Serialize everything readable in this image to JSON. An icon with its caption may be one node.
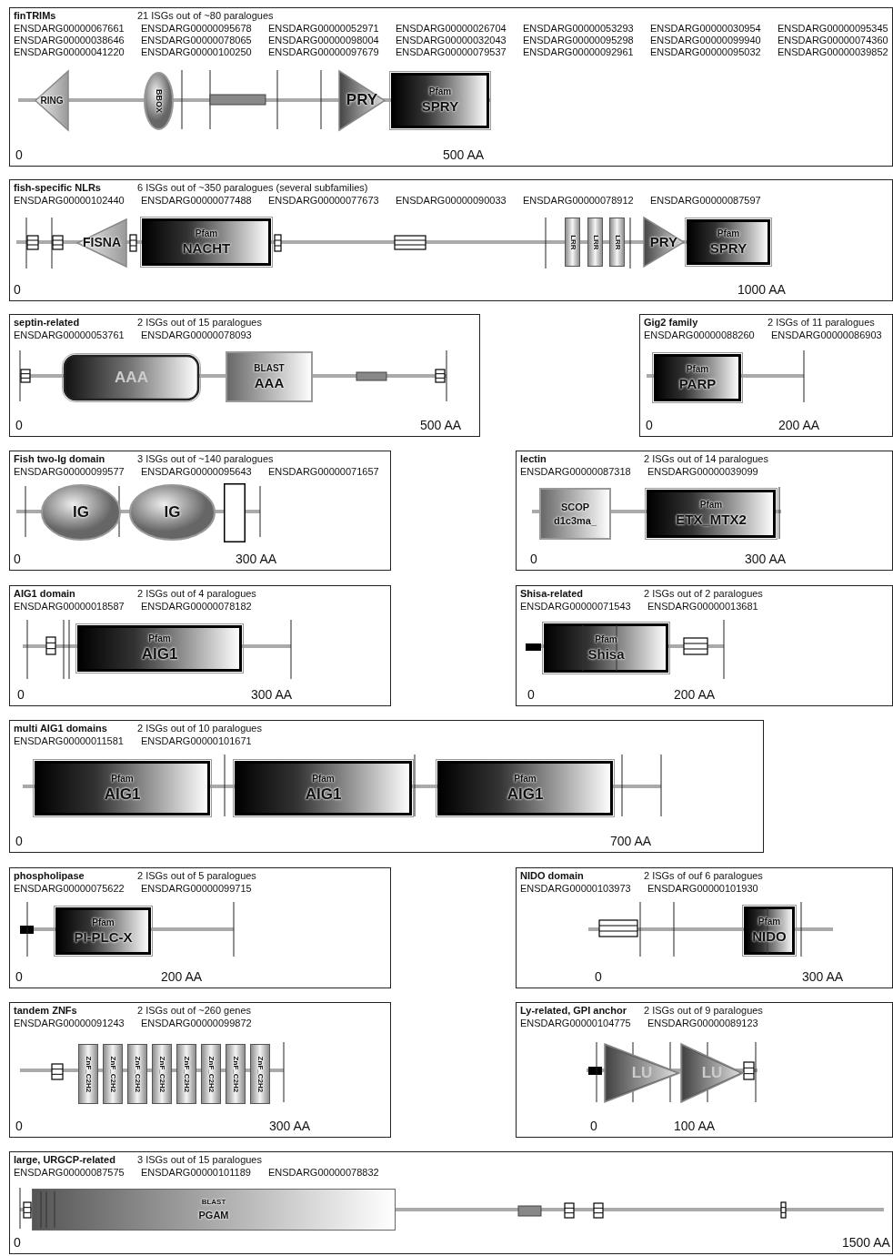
{
  "diagram": {
    "nodes": [
      {
        "text": [
          "finTRIMs",
          "21 ISGs out of ~80 paralogues",
          "ENSDARG00000067661",
          "ENSDARG00000095678",
          "ENSDARG00000052971",
          "ENSDARG00000026704",
          "ENSDARG00000053293",
          "ENSDARG00000030954",
          "ENSDARG00000095345",
          "ENSDARG00000038646",
          "ENSDARG00000078065",
          "ENSDARG00000098004",
          "ENSDARG00000032043",
          "ENSDARG00000095298",
          "ENSDARG00000099940",
          "ENSDARG00000074360",
          "ENSDARG00000041220",
          "ENSDARG00000100250",
          "ENSDARG00000097679",
          "ENSDARG00000079537",
          "ENSDARG00000092961",
          "ENSDARG00000095032",
          "ENSDARG00000039852",
          "0",
          "500 AA"
        ]
      },
      {
        "text": [
          "RING"
        ],
        "in": 0
      },
      {
        "text": [
          "BBOX"
        ],
        "in": 0
      },
      {
        "text": [
          "PRY"
        ],
        "in": 0
      },
      {
        "text": [
          "Pfam",
          "SPRY"
        ],
        "in": 0
      },
      {
        "text": [
          "fish-specific NLRs",
          "6 ISGs out of ~350 paralogues (several subfamilies)",
          "ENSDARG00000102440",
          "ENSDARG00000077488",
          "ENSDARG00000077673",
          "ENSDARG00000090033",
          "ENSDARG00000078912",
          "ENSDARG00000087597",
          "0",
          "1000 AA"
        ]
      },
      {
        "text": [
          "FISNA"
        ],
        "in": 5
      },
      {
        "text": [
          "Pfam",
          "NACHT"
        ],
        "in": 5
      },
      {
        "text": [
          "LRR"
        ],
        "in": 5
      },
      {
        "text": [
          "LRR"
        ],
        "in": 5
      },
      {
        "text": [
          "LRR"
        ],
        "in": 5
      },
      {
        "text": [
          "PRY"
        ],
        "in": 5
      },
      {
        "text": [
          "Pfam",
          "SPRY"
        ],
        "in": 5
      },
      {
        "text": [
          "septin-related",
          "2 ISGs out of 15 paralogues",
          "ENSDARG00000053761",
          "ENSDARG00000078093",
          "0",
          "500 AA"
        ]
      },
      {
        "text": [
          "AAA"
        ],
        "in": 13
      },
      {
        "text": [
          "BLAST",
          "AAA"
        ],
        "in": 13
      },
      {
        "text": [
          "Gig2 family",
          "2 ISGs of 11 paralogues",
          "ENSDARG00000088260",
          "ENSDARG00000086903",
          "0",
          "200 AA"
        ]
      },
      {
        "text": [
          "Pfam",
          "PARP"
        ],
        "in": 16
      },
      {
        "text": [
          "Fish two-Ig domain",
          "3 ISGs out of ~140 paralogues",
          "ENSDARG00000099577",
          "ENSDARG00000095643",
          "ENSDARG00000071657",
          "0",
          "300 AA"
        ]
      },
      {
        "text": [
          "IG"
        ],
        "in": 18
      },
      {
        "text": [
          "IG"
        ],
        "in": 18
      },
      {
        "text": [],
        "shape": "box",
        "in": 18
      },
      {
        "text": [
          "lectin",
          "2 ISGs out of 14 paralogues",
          "ENSDARG00000087318",
          "ENSDARG00000039099",
          "0",
          "300 AA"
        ]
      },
      {
        "text": [
          "SCOP",
          "d1c3ma_"
        ],
        "in": 22
      },
      {
        "text": [
          "Pfam",
          "ETX_MTX2"
        ],
        "in": 22
      },
      {
        "text": [
          "AIG1 domain",
          "2 ISGs out of 4 paralogues",
          "ENSDARG00000018587",
          "ENSDARG00000078182",
          "0",
          "300 AA"
        ]
      },
      {
        "text": [
          "Pfam",
          "AIG1"
        ],
        "in": 25
      },
      {
        "text": [
          "Shisa-related",
          "2 ISGs out of 2 paralogues",
          "ENSDARG00000071543",
          "ENSDARG00000013681",
          "0",
          "200 AA"
        ]
      },
      {
        "text": [
          "Pfam",
          "Shisa"
        ],
        "in": 27
      },
      {
        "text": [
          "multi AIG1 domains",
          "2 ISGs out of 10 paralogues",
          "ENSDARG00000011581",
          "ENSDARG00000101671",
          "0",
          "700 AA"
        ]
      },
      {
        "text": [
          "Pfam",
          "AIG1"
        ],
        "in": 29
      },
      {
        "text": [
          "Pfam",
          "AIG1"
        ],
        "in": 29
      },
      {
        "text": [
          "Pfam",
          "AIG1"
        ],
        "in": 29
      },
      {
        "text": [
          "phospholipase",
          "2 ISGs out of 5 paralogues",
          "ENSDARG00000075622",
          "ENSDARG00000099715",
          "0",
          "200 AA"
        ]
      },
      {
        "text": [
          "Pfam",
          "PI-PLC-X"
        ],
        "in": 33
      },
      {
        "text": [
          "NIDO domain",
          "2 ISGs of ouf 6 paralogues",
          "ENSDARG00000103973",
          "ENSDARG00000101930",
          "0",
          "300 AA"
        ]
      },
      {
        "text": [
          "Pfam",
          "NIDO"
        ],
        "in": 35
      },
      {
        "text": [
          "tandem ZNFs",
          "2 ISGs out of ~260 genes",
          "ENSDARG00000091243",
          "ENSDARG00000099872",
          "0",
          "300 AA"
        ]
      },
      {
        "text": [
          "ZnF_C2H2"
        ],
        "in": 37
      },
      {
        "text": [
          "ZnF_C2H2"
        ],
        "in": 37
      },
      {
        "text": [
          "ZnF_C2H2"
        ],
        "in": 37
      },
      {
        "text": [
          "ZnF_C2H2"
        ],
        "in": 37
      },
      {
        "text": [
          "ZnF_C2H2"
        ],
        "in": 37
      },
      {
        "text": [
          "ZnF_C2H2"
        ],
        "in": 37
      },
      {
        "text": [
          "ZnF_C2H2"
        ],
        "in": 37
      },
      {
        "text": [
          "ZnF_C2H2"
        ],
        "in": 37
      },
      {
        "text": [
          "Ly-related, GPI anchor",
          "2 ISGs out of 9 paralogues",
          "ENSDARG00000104775",
          "ENSDARG00000089123",
          "0",
          "100 AA"
        ]
      },
      {
        "text": [
          "LU"
        ],
        "in": 46
      },
      {
        "text": [
          "LU"
        ],
        "in": 46
      },
      {
        "text": [
          "large, URGCP-related",
          "3 ISGs out of 15 paralogues",
          "ENSDARG00000087575",
          "ENSDARG00000101189",
          "ENSDARG00000078832",
          "0",
          "1500 AA"
        ]
      },
      {
        "text": [
          "BLAST",
          "PGAM"
        ],
        "in": 49
      }
    ]
  }
}
